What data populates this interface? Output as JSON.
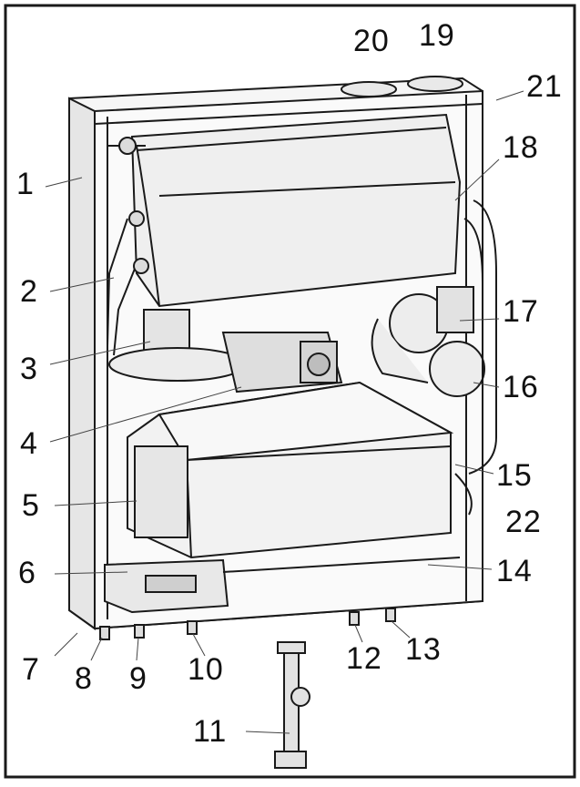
{
  "diagram": {
    "callouts": [
      "1",
      "2",
      "3",
      "4",
      "5",
      "6",
      "7",
      "8",
      "9",
      "10",
      "11",
      "12",
      "13",
      "14",
      "15",
      "16",
      "17",
      "18",
      "19",
      "20",
      "21",
      "22"
    ]
  },
  "colors": {
    "line": "#1a1a1a",
    "panel": "#f4f4f4",
    "shadow": "#cfcfcf",
    "dark": "#555555"
  }
}
